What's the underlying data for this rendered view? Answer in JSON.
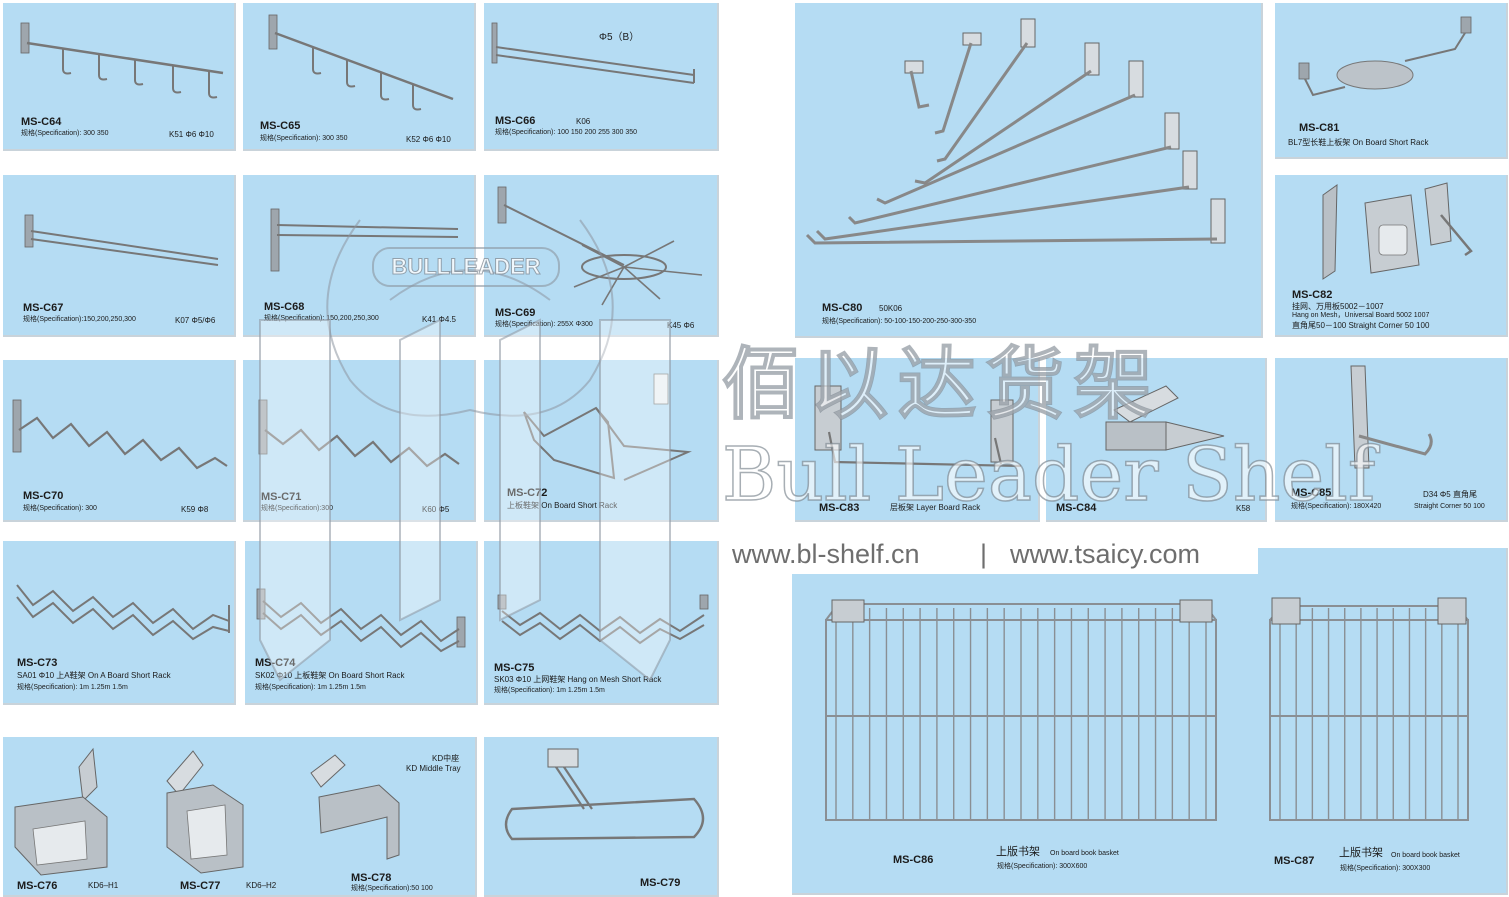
{
  "products": {
    "c64": {
      "code": "MS-C64",
      "spec": "规格(Specification): 300 350",
      "extra": "K51 Φ6 Φ10"
    },
    "c65": {
      "code": "MS-C65",
      "spec": "规格(Specification): 300 350",
      "extra": "K52 Φ6 Φ10"
    },
    "c66": {
      "code": "MS-C66",
      "k": "K06",
      "spec": "规格(Specification): 100 150 200 255 300 350",
      "note": "Φ5（B）"
    },
    "c67": {
      "code": "MS-C67",
      "spec": "规格(Specification):150,200,250,300",
      "extra": "K07 Φ5/Φ6"
    },
    "c68": {
      "code": "MS-C68",
      "spec": "规格(Specification): 150,200,250,300",
      "extra": "K41 Φ4.5"
    },
    "c69": {
      "code": "MS-C69",
      "spec": "规格(Specification): 255X Φ300",
      "extra": "K45 Φ6"
    },
    "c70": {
      "code": "MS-C70",
      "spec": "规格(Specification): 300",
      "extra": "K59 Φ8"
    },
    "c71": {
      "code": "MS-C71",
      "spec": "规格(Specification):300",
      "extra": "K60 Φ5"
    },
    "c72": {
      "code": "MS-C72",
      "desc": "上板鞋架  On Board Short Rack"
    },
    "c73": {
      "code": "MS-C73",
      "desc": "SA01 Φ10 上A鞋架 On A Board Short Rack",
      "spec": "规格(Specification): 1m 1.25m 1.5m"
    },
    "c74": {
      "code": "MS-C74",
      "desc": "SK02 Φ10 上板鞋架 On Board Short Rack",
      "spec": "规格(Specification): 1m 1.25m 1.5m"
    },
    "c75": {
      "code": "MS-C75",
      "desc": "SK03 Φ10 上网鞋架 Hang on Mesh Short Rack",
      "spec": "规格(Specification): 1m 1.25m 1.5m"
    },
    "c76": {
      "code": "MS-C76",
      "extra": "KD6–H1"
    },
    "c77": {
      "code": "MS-C77",
      "extra": "KD6–H2"
    },
    "c78": {
      "code": "MS-C78",
      "spec": "规格(Specification):50  100",
      "note_cn": "KD中座",
      "note_en": "KD Middle Tray"
    },
    "c79": {
      "code": "MS-C79"
    },
    "c80": {
      "code": "MS-C80",
      "k": "50K06",
      "spec": "规格(Specification): 50-100-150-200-250-300-350"
    },
    "c81": {
      "code": "MS-C81",
      "desc": "BL7型长鞋上板架 On Board Short Rack"
    },
    "c82": {
      "code": "MS-C82",
      "line1": "挂网、万用板5002－1007",
      "line2": "Hang on Mesh，Universal Board 5002 1007",
      "line3": "直角尾50－100 Straight Corner 50 100"
    },
    "c83": {
      "code": "MS-C83",
      "desc": "层板架   Layer Board Rack"
    },
    "c84": {
      "code": "MS-C84",
      "extra": "K58"
    },
    "c85": {
      "code": "MS-C85",
      "spec": "规格(Specification): 180X420",
      "note": "D34 Φ5 直角尾",
      "note2": "Straight Corner 50 100"
    },
    "c86": {
      "code": "MS-C86",
      "cn": "上版书架",
      "en": "On board book basket",
      "spec": "规格(Specification): 300X600"
    },
    "c87": {
      "code": "MS-C87",
      "cn": "上版书架",
      "en": "On board book basket",
      "spec": "规格(Specification): 300X300"
    }
  },
  "watermark": {
    "logo": "BULLLEADER",
    "cn": "佰以达货架",
    "en": "Bull Leader Shelf",
    "url1": "www.bl-shelf.cn",
    "sep": "|",
    "url2": "www.tsaicy.com"
  }
}
